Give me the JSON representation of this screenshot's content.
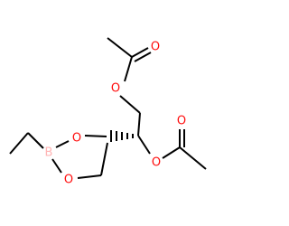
{
  "molecule": {
    "atoms": {
      "o_carbonyl_top": {
        "symbol": "O",
        "color": "#ff0d0d"
      },
      "o_ester_top": {
        "symbol": "O",
        "color": "#ff0d0d"
      },
      "o_ring_upper": {
        "symbol": "O",
        "color": "#ff0d0d"
      },
      "o_ring_lower": {
        "symbol": "O",
        "color": "#ff0d0d"
      },
      "o_ester_right": {
        "symbol": "O",
        "color": "#ff0d0d"
      },
      "o_carbonyl_right": {
        "symbol": "O",
        "color": "#ff0d0d"
      },
      "boron": {
        "symbol": "B",
        "color": "#ffb5b5"
      }
    },
    "bond_color": "#000000",
    "background": "#ffffff"
  }
}
